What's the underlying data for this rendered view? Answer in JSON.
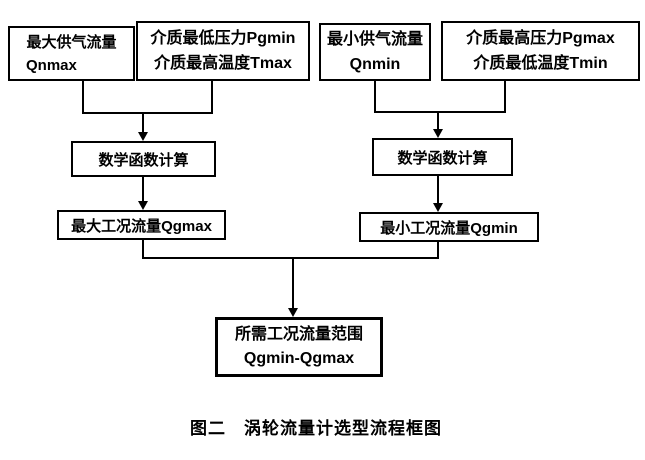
{
  "diagram": {
    "title": "涡轮流量计选型流程框图",
    "caption": "图二　涡轮流量计选型流程框图",
    "colors": {
      "line": "#000000",
      "background": "#ffffff",
      "text": "#000000"
    },
    "nodes": {
      "qnmax": {
        "line1": "最大供气流量",
        "line2": "Qnmax"
      },
      "pgmin_tmax": {
        "line1": "介质最低压力Pgmin",
        "line2": "介质最高温度Tmax"
      },
      "qnmin": {
        "line1": "最小供气流量",
        "line2": "Qnmin"
      },
      "pgmax_tmin": {
        "line1": "介质最高压力Pgmax",
        "line2": "介质最低温度Tmin"
      },
      "math_left": {
        "label": "数学函数计算"
      },
      "math_right": {
        "label": "数学函数计算"
      },
      "qgmax": {
        "label": "最大工况流量Qgmax"
      },
      "qgmin": {
        "label": "最小工况流量Qgmin"
      },
      "result": {
        "line1": "所需工况流量范围",
        "line2": "Qgmin-Qgmax"
      }
    },
    "edges": [
      {
        "from": "qnmax",
        "to": "math_left"
      },
      {
        "from": "pgmin_tmax",
        "to": "math_left"
      },
      {
        "from": "math_left",
        "to": "qgmax"
      },
      {
        "from": "qnmin",
        "to": "math_right"
      },
      {
        "from": "pgmax_tmin",
        "to": "math_right"
      },
      {
        "from": "math_right",
        "to": "qgmin"
      },
      {
        "from": "qgmax",
        "to": "result"
      },
      {
        "from": "qgmin",
        "to": "result"
      }
    ]
  }
}
